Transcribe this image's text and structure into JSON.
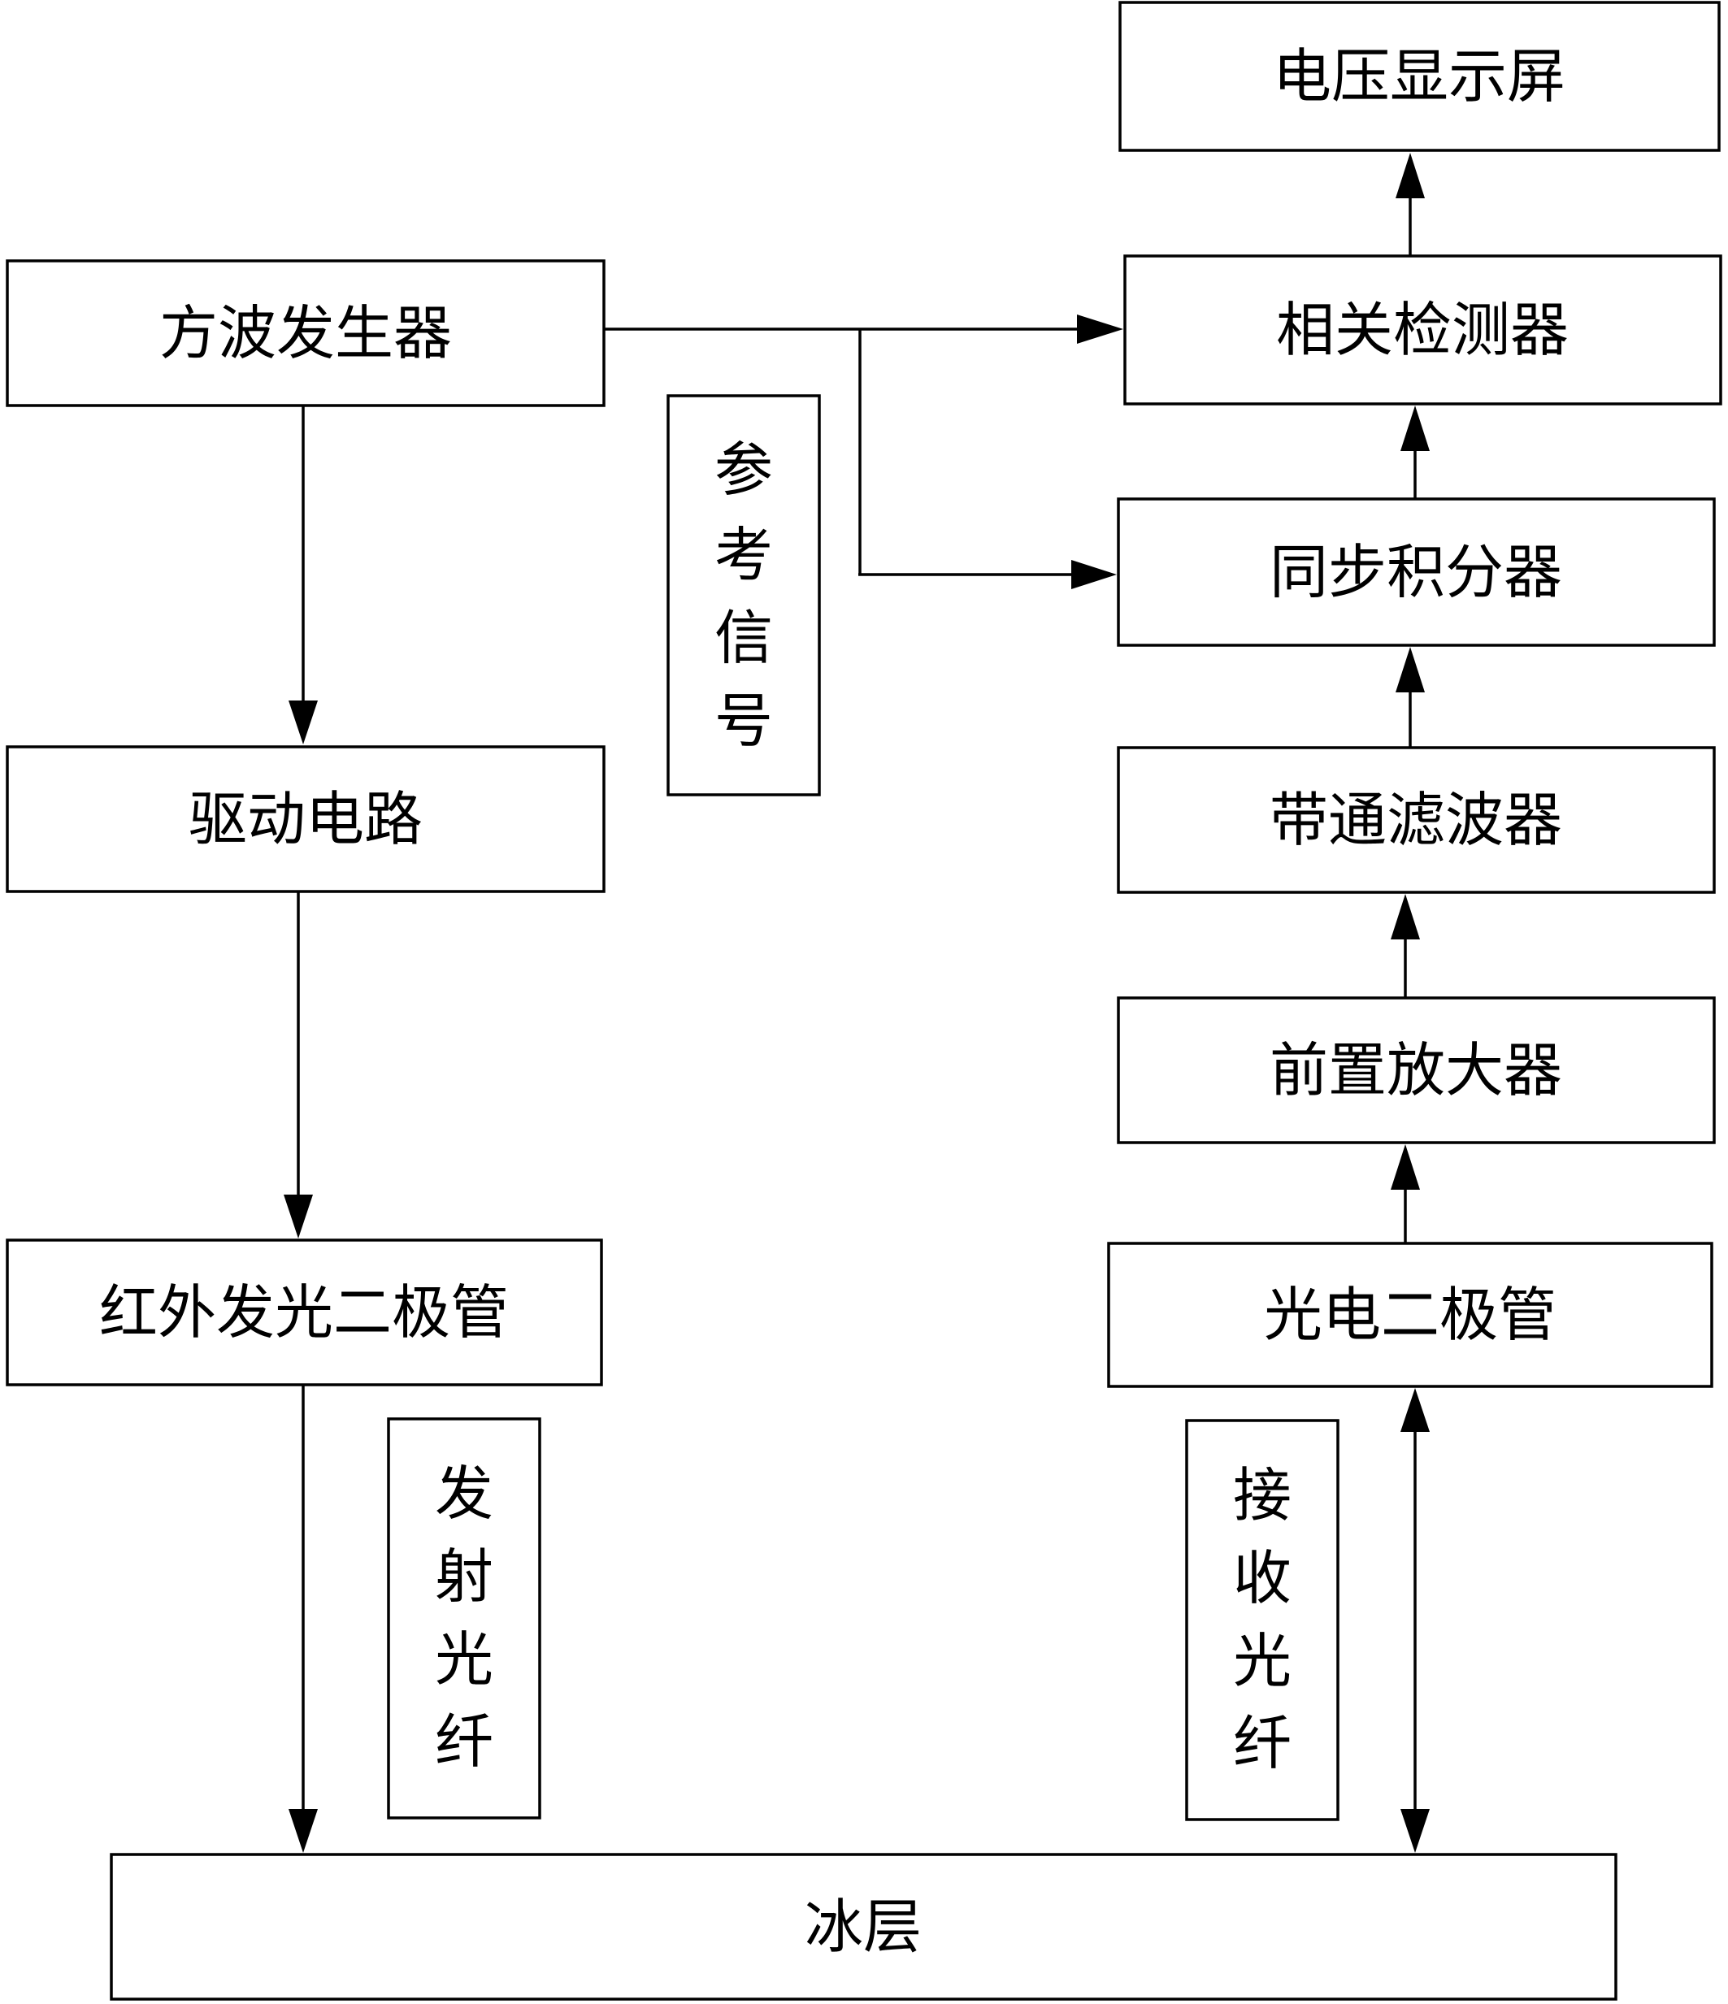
{
  "blocks": {
    "square_wave_generator": "方波发生器",
    "drive_circuit": "驱动电路",
    "ir_led": "红外发光二极管",
    "ice_layer": "冰层",
    "photodiode": "光电二极管",
    "preamplifier": "前置放大器",
    "bandpass_filter": "带通滤波器",
    "sync_integrator": "同步积分器",
    "correlation_detector": "相关检测器",
    "voltage_display": "电压显示屏"
  },
  "vertical_labels": {
    "reference_signal": [
      "参",
      "考",
      "信",
      "号"
    ],
    "transmit_fiber": [
      "发",
      "射",
      "光",
      "纤"
    ],
    "receive_fiber": [
      "接",
      "收",
      "光",
      "纤"
    ]
  }
}
